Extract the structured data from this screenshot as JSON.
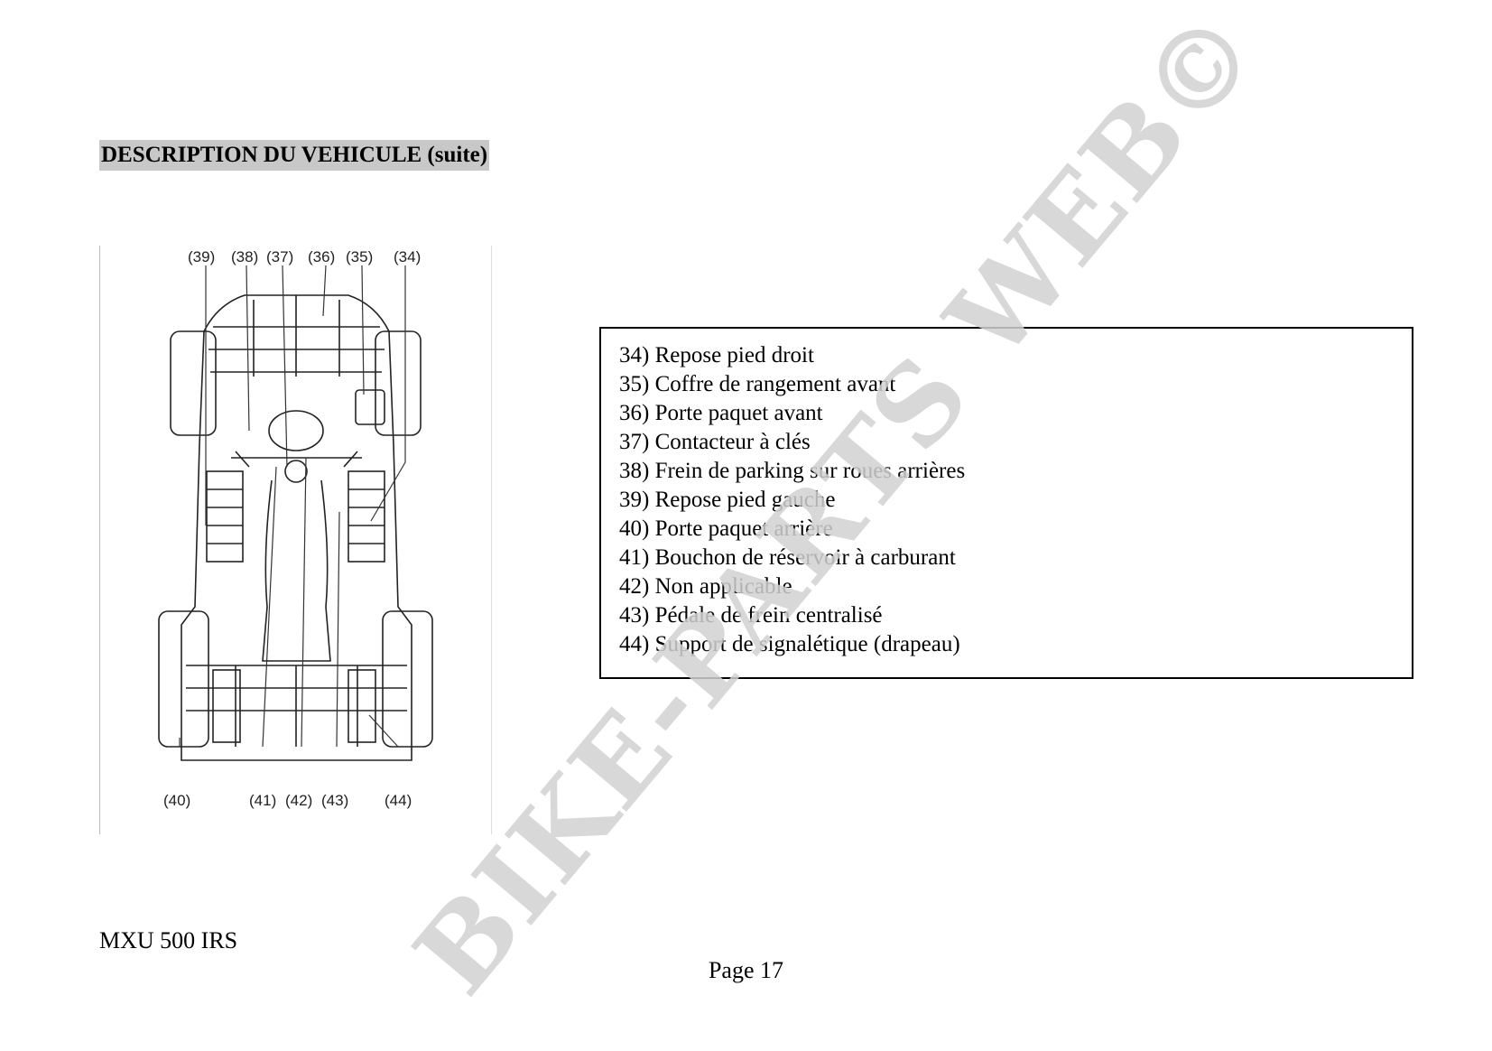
{
  "header": {
    "title": "DESCRIPTION DU VEHICULE (suite)"
  },
  "diagram": {
    "callouts_top": [
      "(39)",
      "(38)",
      "(37)",
      "(36)",
      "(35)",
      "(34)"
    ],
    "callouts_bottom": [
      "(40)",
      "(41)",
      "(42)",
      "(43)",
      "(44)"
    ]
  },
  "legend": {
    "items": [
      "34) Repose pied droit",
      "35) Coffre de rangement avant",
      "36) Porte paquet avant",
      "37) Contacteur à clés",
      "38) Frein de parking sur roues arrières",
      "39) Repose pied gauche",
      "40) Porte paquet arrière",
      "41) Bouchon de réservoir à carburant",
      "42) Non applicable",
      "43) Pédale de frein centralisé",
      "44) Support de signalétique (drapeau)"
    ]
  },
  "watermark": {
    "text": "BIKE-PARTS WEB©"
  },
  "footer": {
    "model": "MXU 500 IRS",
    "page": "Page 17"
  }
}
